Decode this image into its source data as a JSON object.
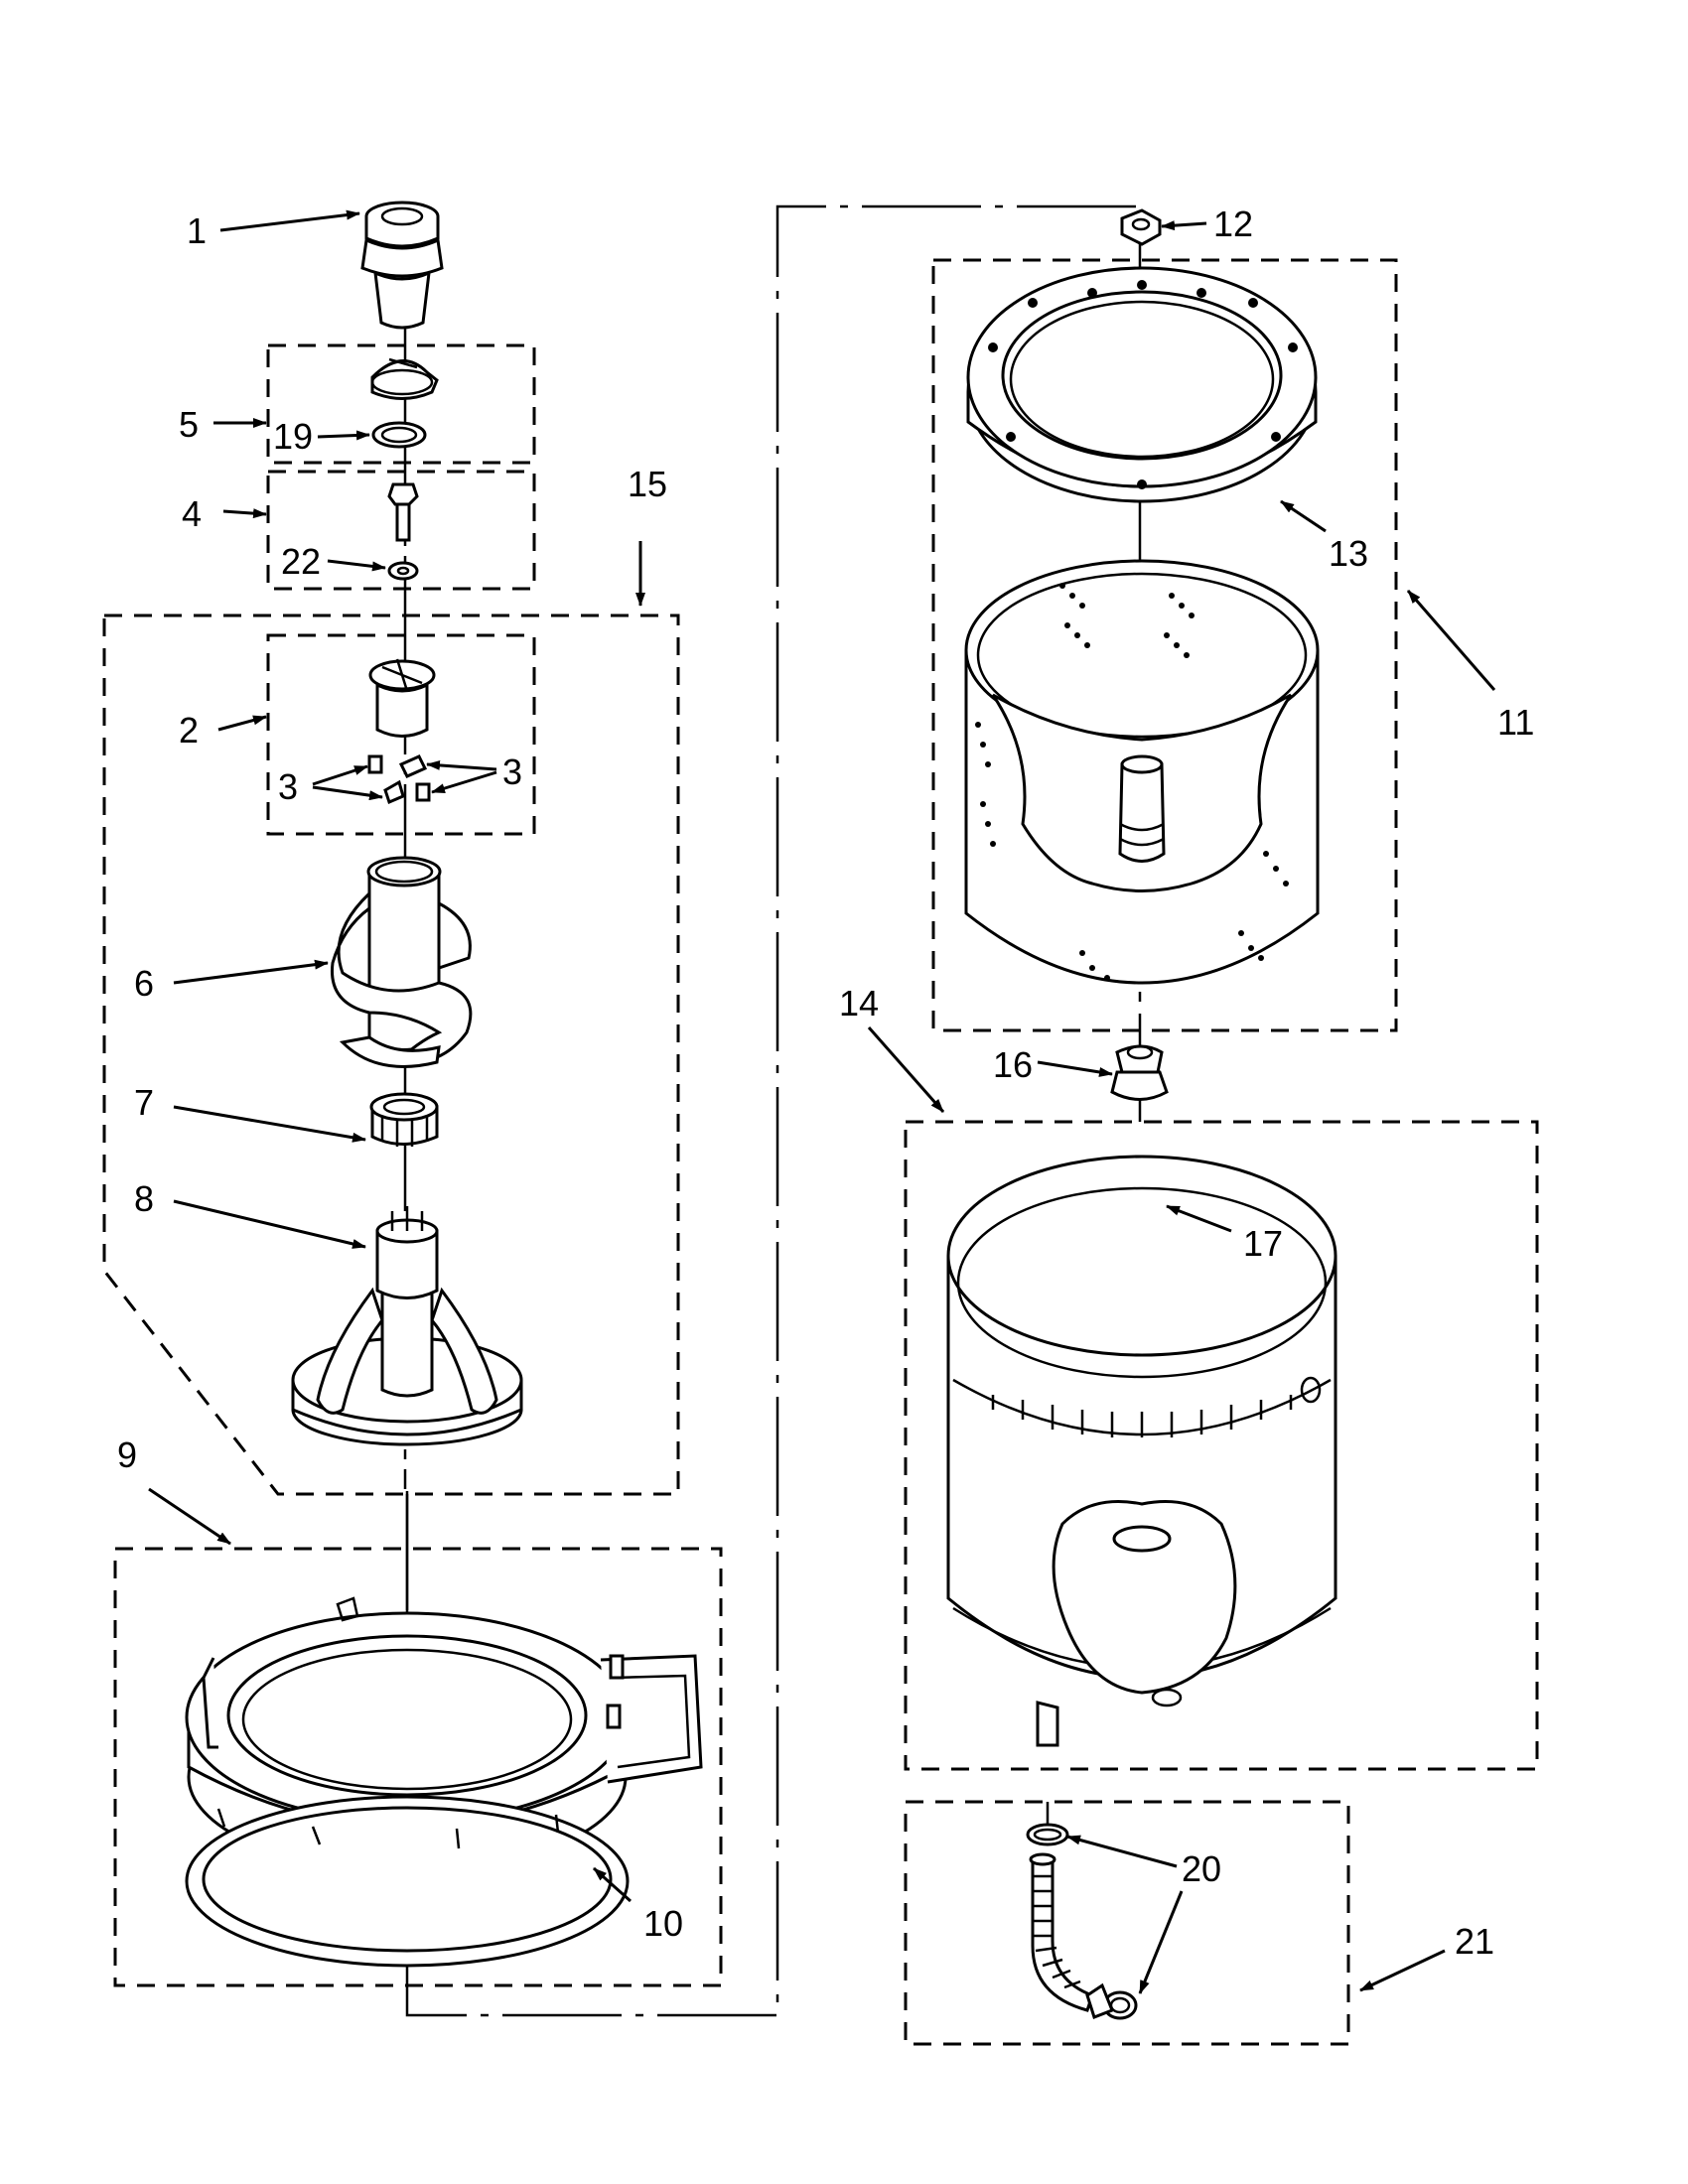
{
  "callouts": [
    {
      "id": "c1",
      "text": "1"
    },
    {
      "id": "c2",
      "text": "2"
    },
    {
      "id": "c3a",
      "text": "3"
    },
    {
      "id": "c3b",
      "text": "3"
    },
    {
      "id": "c4",
      "text": "4"
    },
    {
      "id": "c5",
      "text": "5"
    },
    {
      "id": "c6",
      "text": "6"
    },
    {
      "id": "c7",
      "text": "7"
    },
    {
      "id": "c8",
      "text": "8"
    },
    {
      "id": "c9",
      "text": "9"
    },
    {
      "id": "c10",
      "text": "10"
    },
    {
      "id": "c11",
      "text": "11"
    },
    {
      "id": "c12",
      "text": "12"
    },
    {
      "id": "c13",
      "text": "13"
    },
    {
      "id": "c14",
      "text": "14"
    },
    {
      "id": "c15",
      "text": "15"
    },
    {
      "id": "c16",
      "text": "16"
    },
    {
      "id": "c17",
      "text": "17"
    },
    {
      "id": "c19",
      "text": "19"
    },
    {
      "id": "c20",
      "text": "20"
    },
    {
      "id": "c21",
      "text": "21"
    },
    {
      "id": "c22",
      "text": "22"
    }
  ]
}
